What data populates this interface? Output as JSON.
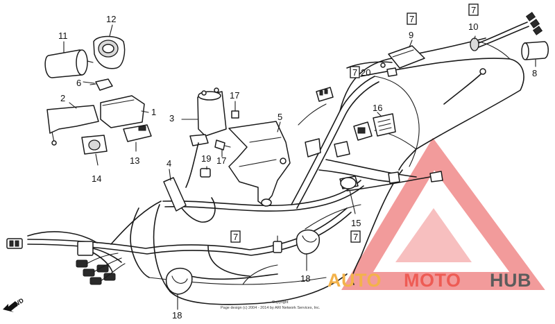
{
  "callouts": [
    {
      "id": "c1",
      "text": "1"
    },
    {
      "id": "c2",
      "text": "2"
    },
    {
      "id": "c3",
      "text": "3"
    },
    {
      "id": "c4",
      "text": "4"
    },
    {
      "id": "c5",
      "text": "5"
    },
    {
      "id": "c6",
      "text": "6"
    },
    {
      "id": "c7a",
      "text": "7"
    },
    {
      "id": "c7b",
      "text": "7"
    },
    {
      "id": "c7c",
      "text": "7"
    },
    {
      "id": "c7d",
      "text": "7"
    },
    {
      "id": "c7e",
      "text": "7"
    },
    {
      "id": "c8",
      "text": "8"
    },
    {
      "id": "c9",
      "text": "9"
    },
    {
      "id": "c10",
      "text": "10"
    },
    {
      "id": "c11",
      "text": "11"
    },
    {
      "id": "c12",
      "text": "12"
    },
    {
      "id": "c13",
      "text": "13"
    },
    {
      "id": "c14",
      "text": "14"
    },
    {
      "id": "c15",
      "text": "15"
    },
    {
      "id": "c16",
      "text": "16"
    },
    {
      "id": "c17a",
      "text": "17"
    },
    {
      "id": "c17b",
      "text": "17"
    },
    {
      "id": "c18a",
      "text": "18"
    },
    {
      "id": "c18b",
      "text": "18"
    },
    {
      "id": "c19",
      "text": "19"
    },
    {
      "id": "c20",
      "text": "20"
    }
  ],
  "direction_label": "FWD",
  "copyright": {
    "line1": "Copyright",
    "line2": "Page design (c) 2004 - 2014 by ARI Network Services, Inc."
  },
  "watermark": {
    "part1": "AUTO",
    "part2": "MOTO",
    "part3": "HUB",
    "colors": {
      "auto": "#f3b24a",
      "moto": "#ee5b54",
      "hub": "#5c5c5c",
      "triangle": "#f08a8a"
    }
  }
}
